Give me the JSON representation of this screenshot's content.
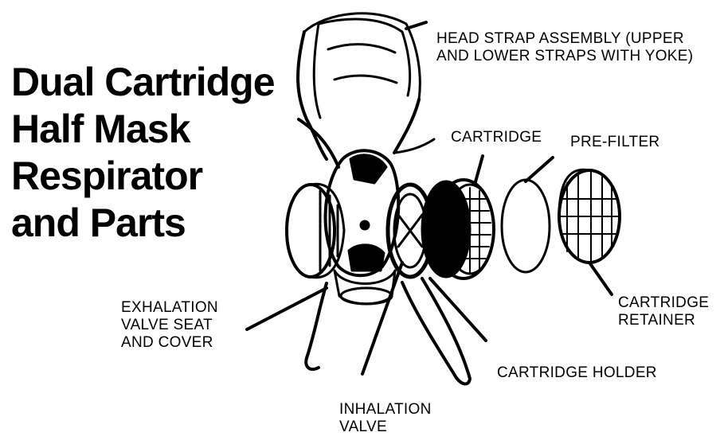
{
  "title": {
    "lines": [
      "Dual Cartridge",
      "Half Mask",
      "Respirator",
      "and Parts"
    ]
  },
  "labels": {
    "head_strap": [
      "HEAD STRAP ASSEMBLY (UPPER",
      "AND LOWER STRAPS WITH YOKE)"
    ],
    "cartridge": "CARTRIDGE",
    "pre_filter": "PRE-FILTER",
    "cartridge_retainer": [
      "CARTRIDGE",
      "RETAINER"
    ],
    "exhalation_valve": [
      "EXHALATION",
      "VALVE SEAT",
      "AND COVER"
    ],
    "cartridge_holder": "CARTRIDGE HOLDER",
    "inhalation_valve": [
      "INHALATION",
      "VALVE"
    ]
  },
  "colors": {
    "ink": "#000000",
    "paper": "#ffffff"
  }
}
